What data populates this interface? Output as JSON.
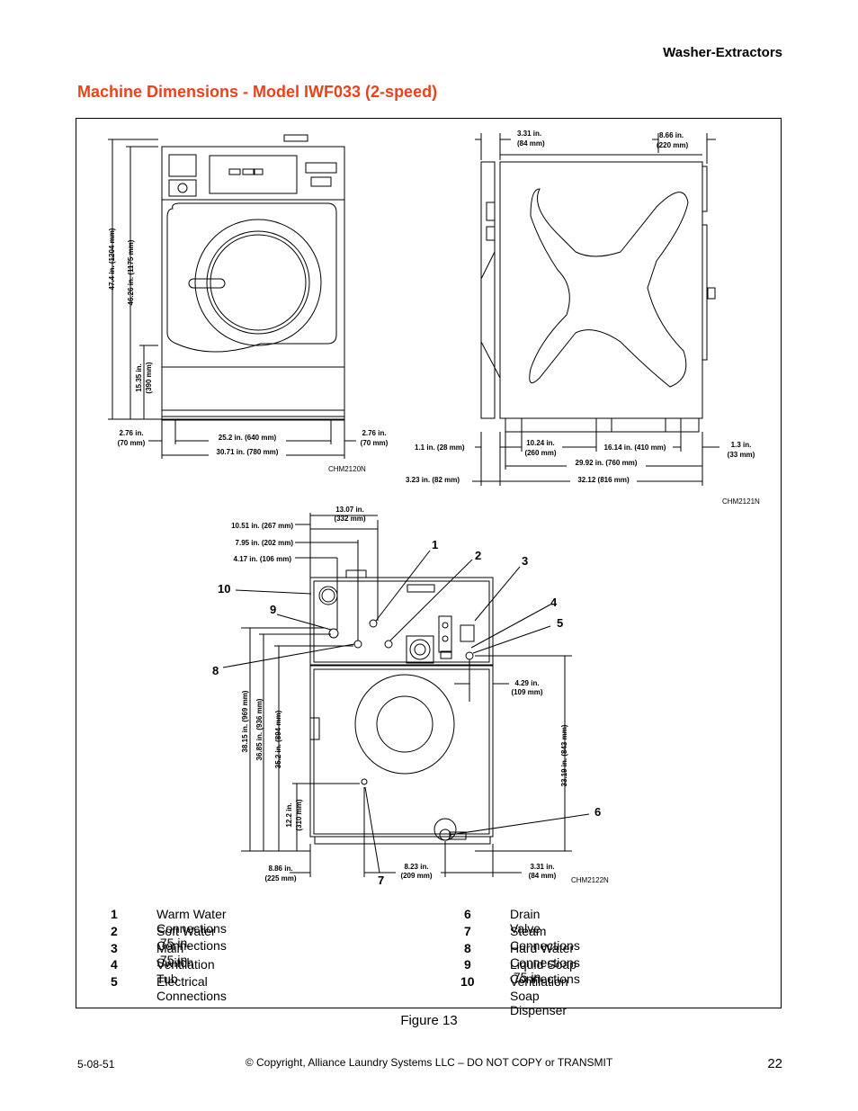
{
  "header": {
    "section": "Washer-Extractors"
  },
  "title": "Machine Dimensions - Model IWF033 (2-speed)",
  "front_view": {
    "dims": {
      "overall_height": "47.4 in. (1204 mm)",
      "cabinet_height": "46.26 in. (1175 mm)",
      "door_height_a": "15.35 in.",
      "door_height_b": "(390 mm)",
      "left_offset_a": "2.76 in.",
      "left_offset_b": "(70 mm)",
      "inner_width": "25.2 in. (640 mm)",
      "right_offset_a": "2.76 in.",
      "right_offset_b": "(70 mm)",
      "overall_width": "30.71 in. (780 mm)"
    },
    "code": "CHM2120N"
  },
  "side_view": {
    "dims": {
      "top_left_a": "3.31 in.",
      "top_left_b": "(84 mm)",
      "top_right_a": "8.66 in.",
      "top_right_b": "(220 mm)",
      "left_foot": "1.1 in. (28 mm)",
      "foot_a": "10.24 in.",
      "foot_b": "(260 mm)",
      "foot_spacing": "16.14 in. (410 mm)",
      "right_a": "1.3 in.",
      "right_b": "(33 mm)",
      "depth": "29.92 in. (760 mm)",
      "rear": "3.23 in. (82 mm)",
      "overall_depth": "32.12 (816 mm)"
    },
    "code": "CHM2121N"
  },
  "rear_view": {
    "dims": {
      "d13_a": "13.07 in.",
      "d13_b": "(332 mm)",
      "d10": "10.51 in. (267 mm)",
      "d7": "7.95 in. (202 mm)",
      "d4": "4.17 in. (106 mm)",
      "h38": "38.15 in. (969 mm)",
      "h36": "36.85 in. (936 mm)",
      "h35": "35.2 in. (894 mm)",
      "h12_a": "12.2 in.",
      "h12_b": "(310 mm)",
      "w8_86_a": "8.86 in.",
      "w8_86_b": "(225 mm)",
      "w8_23_a": "8.23 in.",
      "w8_23_b": "(209 mm)",
      "w4_29_a": "4.29 in.",
      "w4_29_b": "(109 mm)",
      "h33": "33.19 in. (843 mm)",
      "w3_31_a": "3.31 in.",
      "w3_31_b": "(84 mm)"
    },
    "callouts": [
      "1",
      "2",
      "3",
      "4",
      "5",
      "6",
      "7",
      "8",
      "9",
      "10"
    ],
    "code": "CHM2122N"
  },
  "legend": [
    {
      "num": "1",
      "text": "Warm Water Connections .75 in."
    },
    {
      "num": "2",
      "text": "Soft Water Connections .75 in."
    },
    {
      "num": "3",
      "text": "Main Switch"
    },
    {
      "num": "4",
      "text": "Ventilation Tub"
    },
    {
      "num": "5",
      "text": "Electrical Connections"
    },
    {
      "num": "6",
      "text": "Drain Valve"
    },
    {
      "num": "7",
      "text": "Steam Connections"
    },
    {
      "num": "8",
      "text": "Hard Water Connections .75 in."
    },
    {
      "num": "9",
      "text": "Liquid Soap Connections"
    },
    {
      "num": "10",
      "text": "Ventilation Soap Dispenser"
    }
  ],
  "caption": "Figure 13",
  "footer": {
    "doc_number": "5-08-51",
    "copyright": "© Copyright, Alliance Laundry Systems LLC – DO NOT COPY or TRANSMIT",
    "page": "22"
  }
}
